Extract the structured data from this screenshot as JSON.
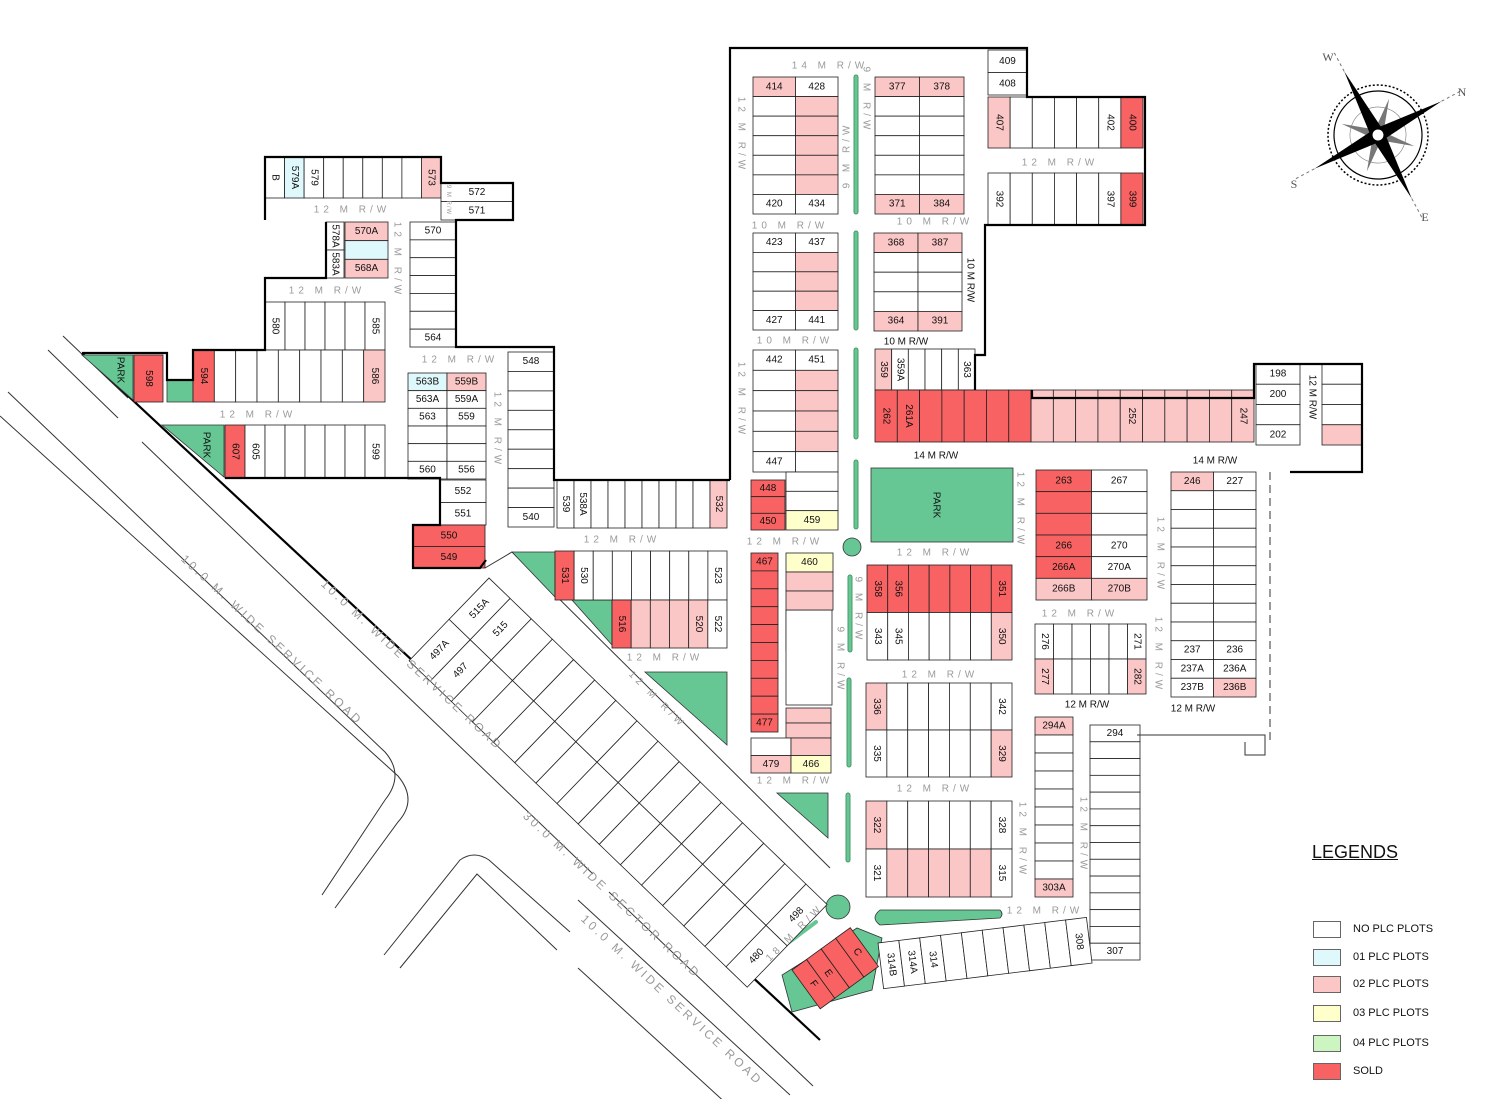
{
  "status_colors": {
    "w": "#ffffff",
    "c": "#dff8fc",
    "p": "#fbc6c6",
    "y": "#ffffcc",
    "g": "#ccf5c2",
    "r": "#f86262"
  },
  "park_color": "#66c794",
  "legend": {
    "title": "LEGENDS",
    "items": [
      {
        "label": "NO PLC PLOTS",
        "status": "w"
      },
      {
        "label": "01  PLC PLOTS",
        "status": "c"
      },
      {
        "label": "02 PLC PLOTS",
        "status": "p"
      },
      {
        "label": "03  PLC PLOTS",
        "status": "y"
      },
      {
        "label": "04  PLC PLOTS",
        "status": "g"
      },
      {
        "label": "SOLD",
        "status": "r"
      }
    ]
  },
  "compass": {
    "n": "N",
    "e": "E",
    "s": "S",
    "w": "W"
  },
  "parks": [
    "PARK",
    "PARK",
    "PARK"
  ],
  "service_roads": [
    "10.0 M. WIDE SERVICE ROAD",
    "10.0 M. WIDE SERVICE ROAD",
    "30.0 M. WIDE SECTOR ROAD",
    "10.0 M. WIDE SERVICE ROAD"
  ],
  "road_labels": [
    "14 M R/W",
    "12 M R/W",
    "9 M R/W",
    "9 M R/W",
    "10 M R/W",
    "10 M R/W",
    "12 M R/W",
    "10 M R/W",
    "10 M R/W",
    "10 M R/W",
    "12 M R/W",
    "14 M  R/W",
    "14   M    R/W",
    "12 M R/W",
    "12 M R/W",
    "12 M R/W",
    "12 M R/W",
    "12 M R/W",
    "12 M R/W",
    "12 M R/W",
    "12 M R/W",
    "12 M R/W",
    "12 M R/W",
    "12 M R/W",
    "12 M R/W",
    "12 M R/W",
    "12 M R/W",
    "12 M R/W",
    "12 M R/W",
    "12 M R/W",
    "12 M R/W",
    "9 M R/W",
    "9 M R/W",
    "18 M R/W",
    "12 M R/W",
    "12 M R/W",
    "12 M R/W",
    "12 M R/W",
    "12 M R/W",
    "12 M R/W",
    "9 M R/W"
  ],
  "blocks": {
    "A": {
      "status": "pwwpwpwpwpwpww",
      "labels": {
        "0": "414",
        "1": "428",
        "12": "420",
        "13": "434"
      }
    },
    "B": {
      "status": "ppwwwwwwwwwwpp",
      "labels": {
        "0": "377",
        "1": "378",
        "12": "371",
        "13": "384"
      }
    },
    "C": {
      "status": "wwwpwpwpww",
      "labels": {
        "0": "423",
        "1": "437",
        "8": "427",
        "9": "441"
      }
    },
    "D": {
      "status": "ppwwwwwwpp",
      "labels": {
        "0": "368",
        "1": "387",
        "8": "364",
        "9": "391"
      }
    },
    "E": {
      "status": "wwwpwpwpwpww",
      "labels": {
        "0": "442",
        "1": "451",
        "10": "447"
      }
    },
    "F": {
      "status": "ww",
      "labels": {
        "0": "409",
        "1": "408"
      }
    },
    "G": {
      "status": "pwwwwwr",
      "labels": {
        "0": "407",
        "5": "402",
        "6": "400"
      }
    },
    "H": {
      "status": "wwwwwwr",
      "labels": {
        "0": "392",
        "5": "397",
        "6": "399"
      }
    },
    "I": {
      "status": "pwwwww",
      "labels": {
        "0": "359",
        "1": "359A",
        "5": "363"
      }
    },
    "J": {
      "status": "rrrrrrrpppppppppp",
      "labels": {
        "0": "262",
        "1": "261A",
        "11": "252",
        "16": "247"
      }
    },
    "K": {
      "status": "wwww",
      "labels": {
        "0": "198",
        "1": "200",
        "3": "202"
      }
    },
    "L": {
      "status": "wwwp",
      "labels": {}
    },
    "M": {
      "status": "rwrwrwrwrwpp",
      "labels": {
        "0": "263",
        "1": "267",
        "6": "266",
        "7": "270",
        "8": "266A",
        "9": "270A",
        "10": "266B",
        "11": "270B"
      }
    },
    "N": {
      "status": "pwwwwwwwwwwwwwwwwwwwwwwp",
      "labels": {
        "0": "246",
        "1": "227",
        "18": "237",
        "19": "236",
        "20": "237A",
        "21": "236A",
        "22": "237B",
        "23": "236B"
      }
    },
    "O": {
      "status": "rrrrrrrwwwwwwp",
      "labels": {
        "0": "358",
        "1": "356",
        "6": "351",
        "7": "343",
        "8": "345",
        "13": "350"
      }
    },
    "P": {
      "status": "wwwwwwpwwwwp",
      "labels": {
        "0": "276",
        "5": "271",
        "6": "277",
        "11": "282"
      }
    },
    "Q": {
      "status": "pwwwwwwwwwwwwp",
      "labels": {
        "0": "336",
        "6": "342",
        "7": "335",
        "13": "329"
      }
    },
    "R": {
      "status": "pwwwwwwwpppppw",
      "labels": {
        "0": "322",
        "6": "328",
        "7": "321",
        "13": "315"
      }
    },
    "S": {
      "status": "pwwwwwwwwp",
      "labels": {
        "0": "294A",
        "9": "303A"
      }
    },
    "T": {
      "status": "wwwwwwwwwwwwww",
      "labels": {
        "0": "294",
        "13": "307"
      }
    },
    "U": {
      "status": "wwwwwwwwww",
      "labels": {
        "0": "314B",
        "1": "314A",
        "2": "314",
        "9": "308"
      }
    },
    "V": {
      "status": "rrrr",
      "labels": {
        "0": "F",
        "1": "E",
        "3": "C"
      }
    },
    "W": {
      "status": "rrr",
      "labels": {
        "0": "448",
        "2": "450"
      }
    },
    "X": {
      "status": "wwy",
      "labels": {
        "2": "459"
      }
    },
    "Y": {
      "status": "rrrrrrrrrr",
      "labels": {
        "0": "467",
        "9": "477"
      }
    },
    "Z": {
      "status": "ypp",
      "labels": {
        "0": "460"
      }
    },
    "Z2": {
      "status": "pp",
      "labels": {}
    },
    "Z3": {
      "status": "wppy",
      "labels": {
        "2": "479",
        "3": "466"
      }
    },
    "AA": {
      "status": "rwwwwwwww",
      "labels": {
        "0": "531",
        "1": "530",
        "8": "523"
      }
    },
    "AB": {
      "status": "rppppw",
      "labels": {
        "0": "516",
        "4": "520",
        "5": "522"
      }
    },
    "AC": {
      "status": "wwwwwwwwwp",
      "labels": {
        "0": "539",
        "1": "538A",
        "9": "532"
      }
    },
    "AD": {
      "status": "wwwwwwwww",
      "labels": {
        "0": "548",
        "8": "540"
      }
    },
    "AE": {
      "status": "cpwwwwwwwwww",
      "labels": {
        "0": "563B",
        "1": "559B",
        "2": "563A",
        "3": "559A",
        "4": "563",
        "5": "559",
        "10": "560",
        "11": "556"
      }
    },
    "AF": {
      "status": "ww",
      "labels": {
        "0": "552",
        "1": "551"
      }
    },
    "AG": {
      "status": "rr",
      "labels": {
        "0": "550",
        "1": "549"
      }
    },
    "AH": {
      "status": "wwwwwww",
      "labels": {
        "0": "570",
        "6": "564"
      }
    },
    "AI": {
      "status": "pcp",
      "labels": {
        "0": "570A",
        "2": "568A"
      }
    },
    "AJ": {
      "status": "ww",
      "labels": {
        "0": "578A",
        "1": "583A"
      }
    },
    "AK": {
      "status": "wcwwwwwwp",
      "labels": {
        "0": "B",
        "1": "579A",
        "2": "579",
        "8": "573"
      }
    },
    "AL": {
      "status": "ww",
      "labels": {
        "0": "572",
        "1": "571"
      }
    },
    "AM": {
      "status": "wwwwww",
      "labels": {
        "0": "580",
        "5": "585"
      }
    },
    "AN": {
      "status": "rwwwwwwwp",
      "labels": {
        "0": "594",
        "8": "586"
      }
    },
    "AO": {
      "status": "r",
      "labels": {
        "0": "598"
      }
    },
    "AP": {
      "status": "rwwwwwww",
      "labels": {
        "0": "607",
        "1": "605",
        "7": "599"
      }
    },
    "DG": {
      "status": "wwwwwwwwwwwwwwwwwwwwwwwwwwwwwwww",
      "labels": {
        "0": "515A",
        "1": "515",
        "15": "498",
        "16": "497A",
        "17": "497",
        "31": "480"
      }
    }
  }
}
